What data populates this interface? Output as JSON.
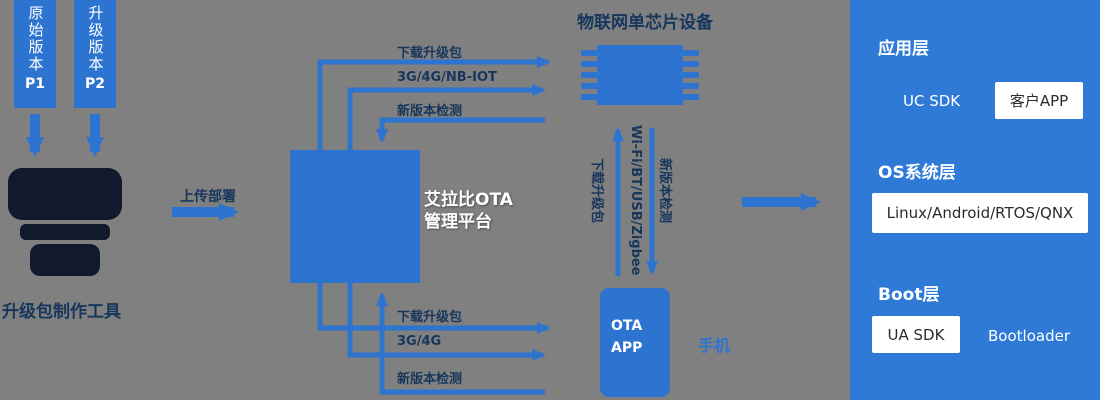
{
  "colors": {
    "background": "#808080",
    "accent_blue": "#2d73d0",
    "panel_blue": "#2e7ad6",
    "navy_text": "#17365c",
    "tool_dark": "#101a2c"
  },
  "source": {
    "box1": {
      "name": "原始版本",
      "ver": "P1"
    },
    "box2": {
      "name": "升级版本",
      "ver": "P2"
    },
    "tool_label": "升级包制作工具"
  },
  "upload_label": "上传部署",
  "platform": {
    "name_line1": "艾拉比OTA",
    "name_line2": "管理平台"
  },
  "chip": {
    "title": "物联网单芯片设备"
  },
  "links": {
    "top": [
      "下载升级包",
      "3G/4G/NB-IOT",
      "新版本检测"
    ],
    "middle": [
      "下载升级包",
      "Wi-Fi/BT/USB/Zigbee",
      "新版本检测"
    ],
    "bottom": [
      "下载升级包",
      "3G/4G",
      "新版本检测"
    ]
  },
  "phone": {
    "app_line1": "OTA",
    "app_line2": "APP",
    "label": "手机"
  },
  "panel": {
    "layers": [
      {
        "title": "应用层",
        "items": [
          {
            "text": "UC SDK"
          },
          {
            "text": "客户APP"
          }
        ]
      },
      {
        "title": "OS系统层",
        "items": [
          {
            "text": "Linux/Android/RTOS/QNX"
          }
        ]
      },
      {
        "title": "Boot层",
        "items": [
          {
            "text": "UA SDK"
          },
          {
            "text": "Bootloader"
          }
        ]
      }
    ]
  }
}
